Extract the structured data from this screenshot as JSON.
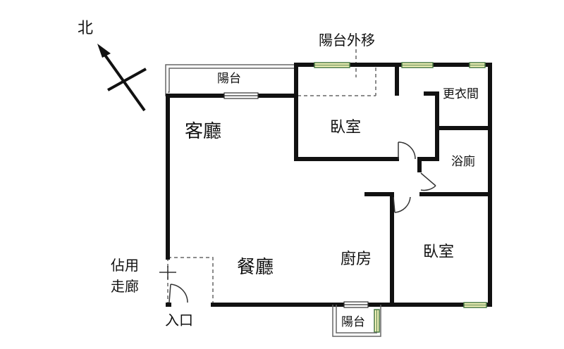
{
  "colors": {
    "wall": "#111111",
    "window_fill": "#f2f2b8",
    "window_edge": "#4a7a46",
    "dashed": "#666666"
  },
  "labels": {
    "north": "北",
    "balcony_move_out": "陽台外移",
    "balcony_top": "陽台",
    "balcony_bottom": "陽台",
    "living_room": "客廳",
    "dining_room": "餐廳",
    "bedroom_top": "臥室",
    "bedroom_bottom": "臥室",
    "walk_in_closet": "更衣間",
    "bathroom": "浴廁",
    "kitchen": "廚房",
    "occupied_corridor_line1": "佔用",
    "occupied_corridor_line2": "走廊",
    "entrance": "入口"
  },
  "icons": [
    "north-arrow-icon",
    "door-swing-icon",
    "window-icon"
  ]
}
